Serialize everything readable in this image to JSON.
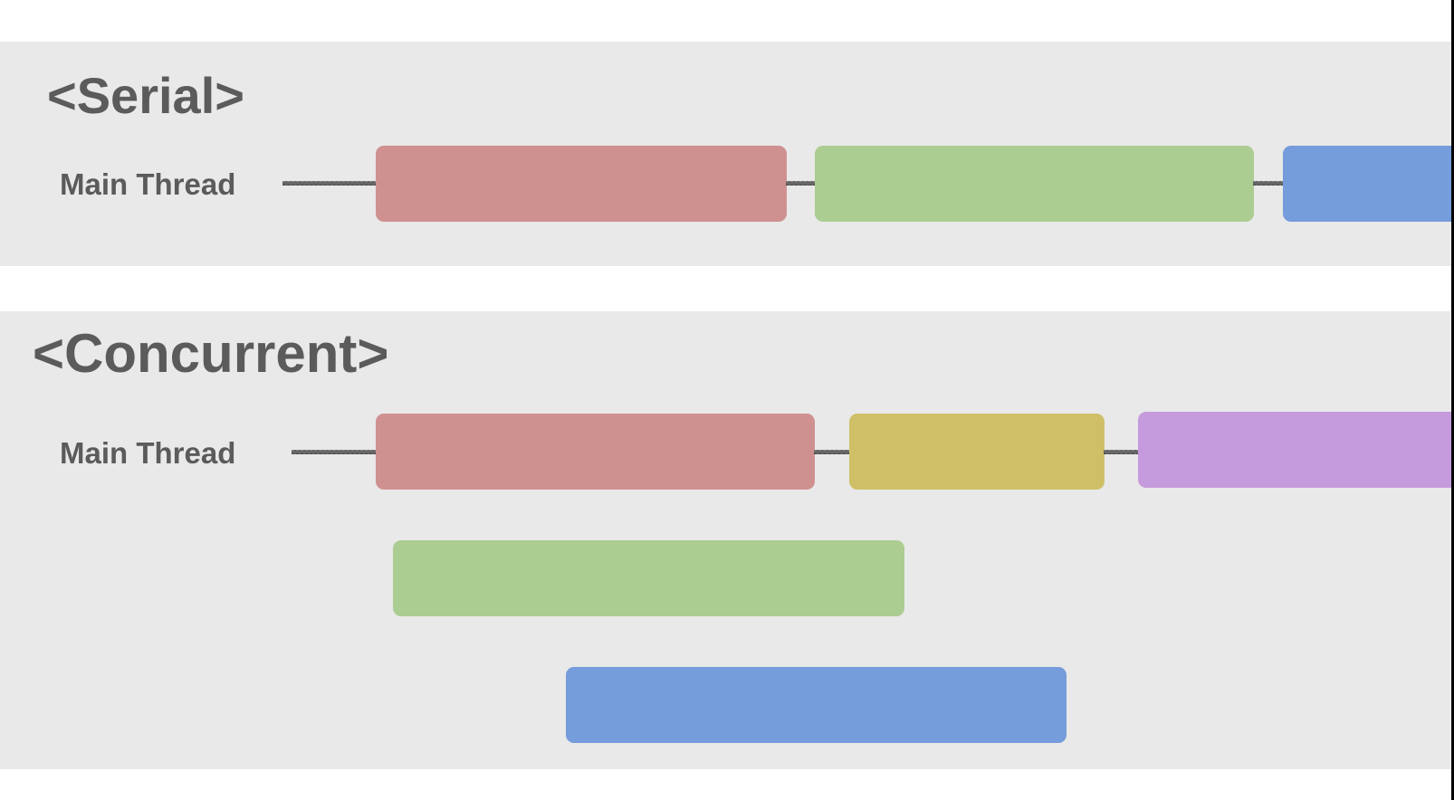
{
  "serial": {
    "title": "<Serial>",
    "thread_label": "Main Thread",
    "tasks": [
      {
        "name": "serial-task-red",
        "color": "#cf9190"
      },
      {
        "name": "serial-task-green",
        "color": "#accd92"
      },
      {
        "name": "serial-task-blue",
        "color": "#759cdb"
      }
    ]
  },
  "concurrent": {
    "title": "<Concurrent>",
    "thread_label": "Main Thread",
    "tasks": [
      {
        "name": "concurrent-task-red",
        "color": "#cf9190"
      },
      {
        "name": "concurrent-task-yellow",
        "color": "#cfc068"
      },
      {
        "name": "concurrent-task-purple",
        "color": "#c69bdd"
      },
      {
        "name": "concurrent-task-green",
        "color": "#accd92"
      },
      {
        "name": "concurrent-task-blue",
        "color": "#759cdb"
      }
    ]
  },
  "colors": {
    "panel_background": "#e9e9e9",
    "text": "#5b5b5b",
    "connector": "#666666"
  }
}
